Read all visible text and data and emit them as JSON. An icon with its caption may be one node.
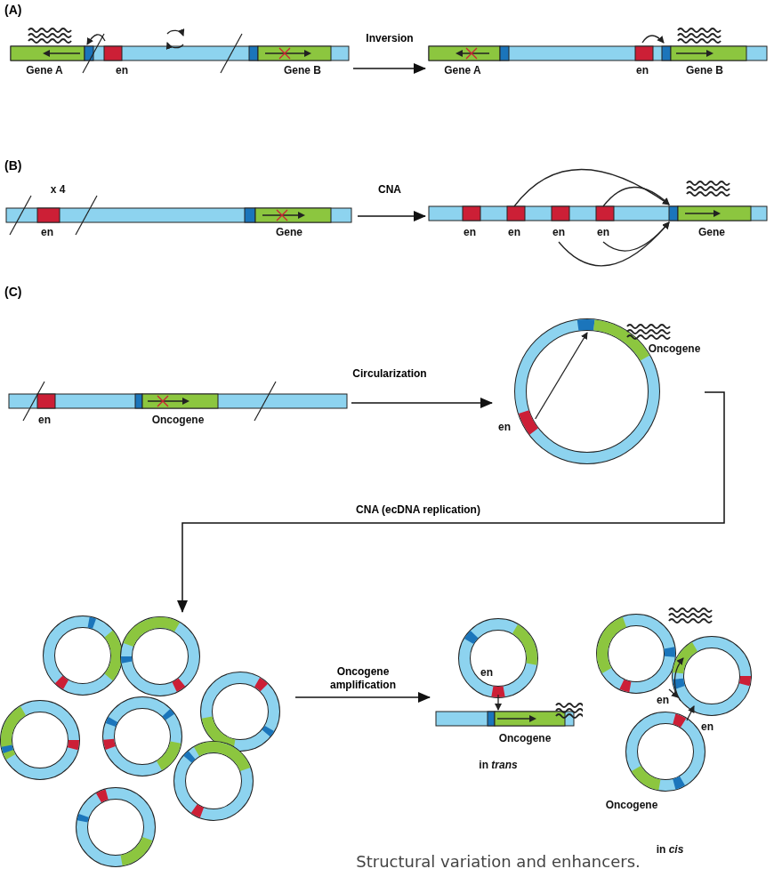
{
  "diagram": {
    "caption": "Structural variation and enhancers.",
    "nodes": [
      {
        "text": [
          "Gene A",
          "en",
          "Gene B"
        ]
      },
      {
        "text": [
          "Gene A",
          "en",
          "Gene B"
        ]
      },
      {
        "text": [
          "x 4",
          "en",
          "Gene"
        ]
      },
      {
        "text": [
          "en",
          "en",
          "en",
          "en",
          "Gene"
        ]
      },
      {
        "text": [
          "en",
          "Oncogene"
        ]
      },
      {
        "text": [
          "en",
          "Oncogene"
        ]
      },
      {
        "text": [],
        "shape": "picture"
      },
      {
        "text": [
          "en",
          "Oncogene",
          "in *trans*"
        ]
      },
      {
        "text": [
          "en",
          "en",
          "Oncogene",
          "in *cis*"
        ]
      }
    ],
    "edges": [
      {
        "from": 0,
        "to": 1,
        "arrow": "to",
        "label": "Inversion"
      },
      {
        "from": 2,
        "to": 3,
        "arrow": "to",
        "label": "CNA"
      },
      {
        "from": 4,
        "to": 5,
        "arrow": "to",
        "label": "Circularization"
      },
      {
        "from": 5,
        "to": 6,
        "arrow": "to",
        "label": "CNA (ecDNA replication)"
      },
      {
        "from": 6,
        "to": 7,
        "arrow": "to",
        "label": "Oncogene amplification"
      }
    ],
    "labels": [
      "(A)",
      "(B)",
      "(C)"
    ]
  }
}
